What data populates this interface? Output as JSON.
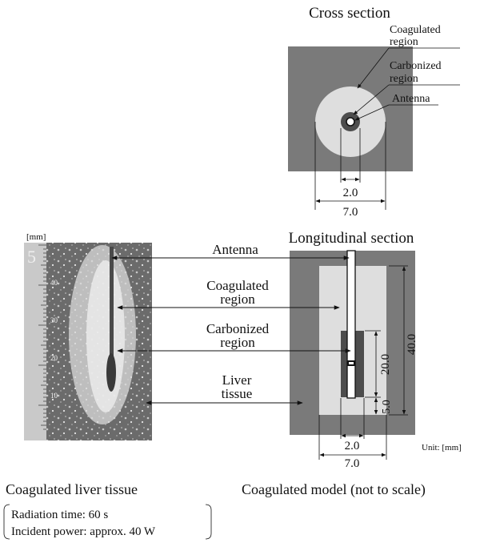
{
  "cross_section": {
    "title": "Cross section",
    "labels": {
      "coagulated_1": "Coagulated",
      "coagulated_2": "region",
      "carbonized_1": "Carbonized",
      "carbonized_2": "region",
      "antenna": "Antenna"
    },
    "dims": {
      "inner": "2.0",
      "outer": "7.0"
    }
  },
  "longitudinal": {
    "title": "Longitudinal section",
    "dims": {
      "length": "40.0",
      "carbon_length": "20.0",
      "offset": "5.0",
      "inner": "2.0",
      "outer": "7.0"
    },
    "unit": "Unit: [mm]"
  },
  "center_labels": {
    "antenna": "Antenna",
    "coagulated_1": "Coagulated",
    "coagulated_2": "region",
    "carbonized_1": "Carbonized",
    "carbonized_2": "region",
    "liver_1": "Liver",
    "liver_2": "tissue"
  },
  "photo": {
    "scale_unit": "[mm]",
    "ruler_ticks": [
      "5",
      "40",
      "30",
      "20",
      "10"
    ]
  },
  "captions": {
    "left": "Coagulated liver tissue",
    "right": "Coagulated model (not to scale)",
    "param_1": "Radiation time: 60 s",
    "param_2": "Incident power: approx. 40 W"
  },
  "colors": {
    "tissue": "#7a7a7a",
    "coagulated": "#dedede",
    "carbonized": "#4d4d4d",
    "antenna": "#ffffff"
  }
}
